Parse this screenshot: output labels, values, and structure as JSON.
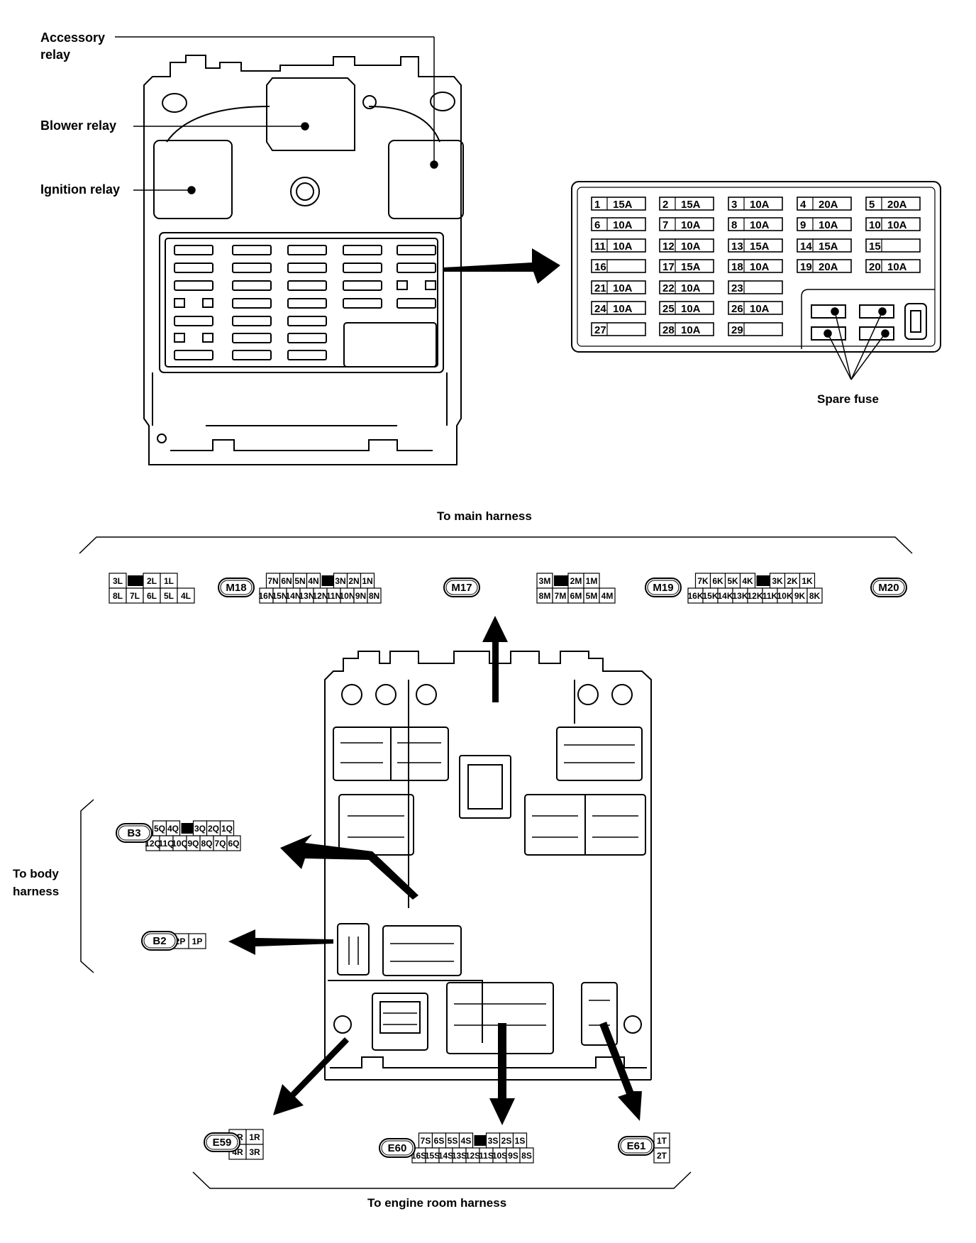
{
  "labels": {
    "accessory_relay_1": "Accessory",
    "accessory_relay_2": "relay",
    "blower_relay": "Blower relay",
    "ignition_relay": "Ignition relay",
    "spare_fuse": "Spare fuse",
    "to_main_harness": "To main harness",
    "to_body_harness_1": "To body",
    "to_body_harness_2": "harness",
    "to_engine_room_harness": "To engine room harness"
  },
  "fuses": [
    {
      "num": "1",
      "amp": "15A"
    },
    {
      "num": "2",
      "amp": "15A"
    },
    {
      "num": "3",
      "amp": "10A"
    },
    {
      "num": "4",
      "amp": "20A"
    },
    {
      "num": "5",
      "amp": "20A"
    },
    {
      "num": "6",
      "amp": "10A"
    },
    {
      "num": "7",
      "amp": "10A"
    },
    {
      "num": "8",
      "amp": "10A"
    },
    {
      "num": "9",
      "amp": "10A"
    },
    {
      "num": "10",
      "amp": "10A"
    },
    {
      "num": "11",
      "amp": "10A"
    },
    {
      "num": "12",
      "amp": "10A"
    },
    {
      "num": "13",
      "amp": "15A"
    },
    {
      "num": "14",
      "amp": "15A"
    },
    {
      "num": "15",
      "amp": ""
    },
    {
      "num": "16",
      "amp": ""
    },
    {
      "num": "17",
      "amp": "15A"
    },
    {
      "num": "18",
      "amp": "10A"
    },
    {
      "num": "19",
      "amp": "20A"
    },
    {
      "num": "20",
      "amp": "10A"
    },
    {
      "num": "21",
      "amp": "10A"
    },
    {
      "num": "22",
      "amp": "10A"
    },
    {
      "num": "23",
      "amp": ""
    },
    {
      "num": "24",
      "amp": "10A"
    },
    {
      "num": "25",
      "amp": "10A"
    },
    {
      "num": "26",
      "amp": "10A"
    },
    {
      "num": "27",
      "amp": ""
    },
    {
      "num": "28",
      "amp": "10A"
    },
    {
      "num": "29",
      "amp": ""
    }
  ],
  "connectors": {
    "M18": {
      "tag": "M18",
      "top": [
        "3L",
        "",
        "2L",
        "1L"
      ],
      "bottom": [
        "8L",
        "7L",
        "6L",
        "5L",
        "4L"
      ]
    },
    "M17": {
      "tag": "M17",
      "top": [
        "7N",
        "6N",
        "5N",
        "4N",
        "",
        "3N",
        "2N",
        "1N"
      ],
      "bottom": [
        "16N",
        "15N",
        "14N",
        "13N",
        "12N",
        "11N",
        "10N",
        "9N",
        "8N"
      ]
    },
    "M19": {
      "tag": "M19",
      "top": [
        "3M",
        "",
        "2M",
        "1M"
      ],
      "bottom": [
        "8M",
        "7M",
        "6M",
        "5M",
        "4M"
      ]
    },
    "M20": {
      "tag": "M20",
      "top": [
        "7K",
        "6K",
        "5K",
        "4K",
        "",
        "3K",
        "2K",
        "1K"
      ],
      "bottom": [
        "16K",
        "15K",
        "14K",
        "13K",
        "12K",
        "11K",
        "10K",
        "9K",
        "8K"
      ]
    },
    "B3": {
      "tag": "B3",
      "top": [
        "5Q",
        "4Q",
        "",
        "3Q",
        "2Q",
        "1Q"
      ],
      "bottom": [
        "12Q",
        "11Q",
        "10Q",
        "9Q",
        "8Q",
        "7Q",
        "6Q"
      ]
    },
    "B2": {
      "tag": "B2",
      "top": [
        "2P",
        "1P"
      ]
    },
    "E59": {
      "tag": "E59",
      "top": [
        "2R",
        "1R"
      ],
      "bottom": [
        "4R",
        "3R"
      ]
    },
    "E60": {
      "tag": "E60",
      "top": [
        "7S",
        "6S",
        "5S",
        "4S",
        "",
        "3S",
        "2S",
        "1S"
      ],
      "bottom": [
        "16S",
        "15S",
        "14S",
        "13S",
        "12S",
        "11S",
        "10S",
        "9S",
        "8S"
      ]
    },
    "E61": {
      "tag": "E61",
      "top": [
        "1T"
      ],
      "bottom": [
        "2T"
      ]
    }
  }
}
